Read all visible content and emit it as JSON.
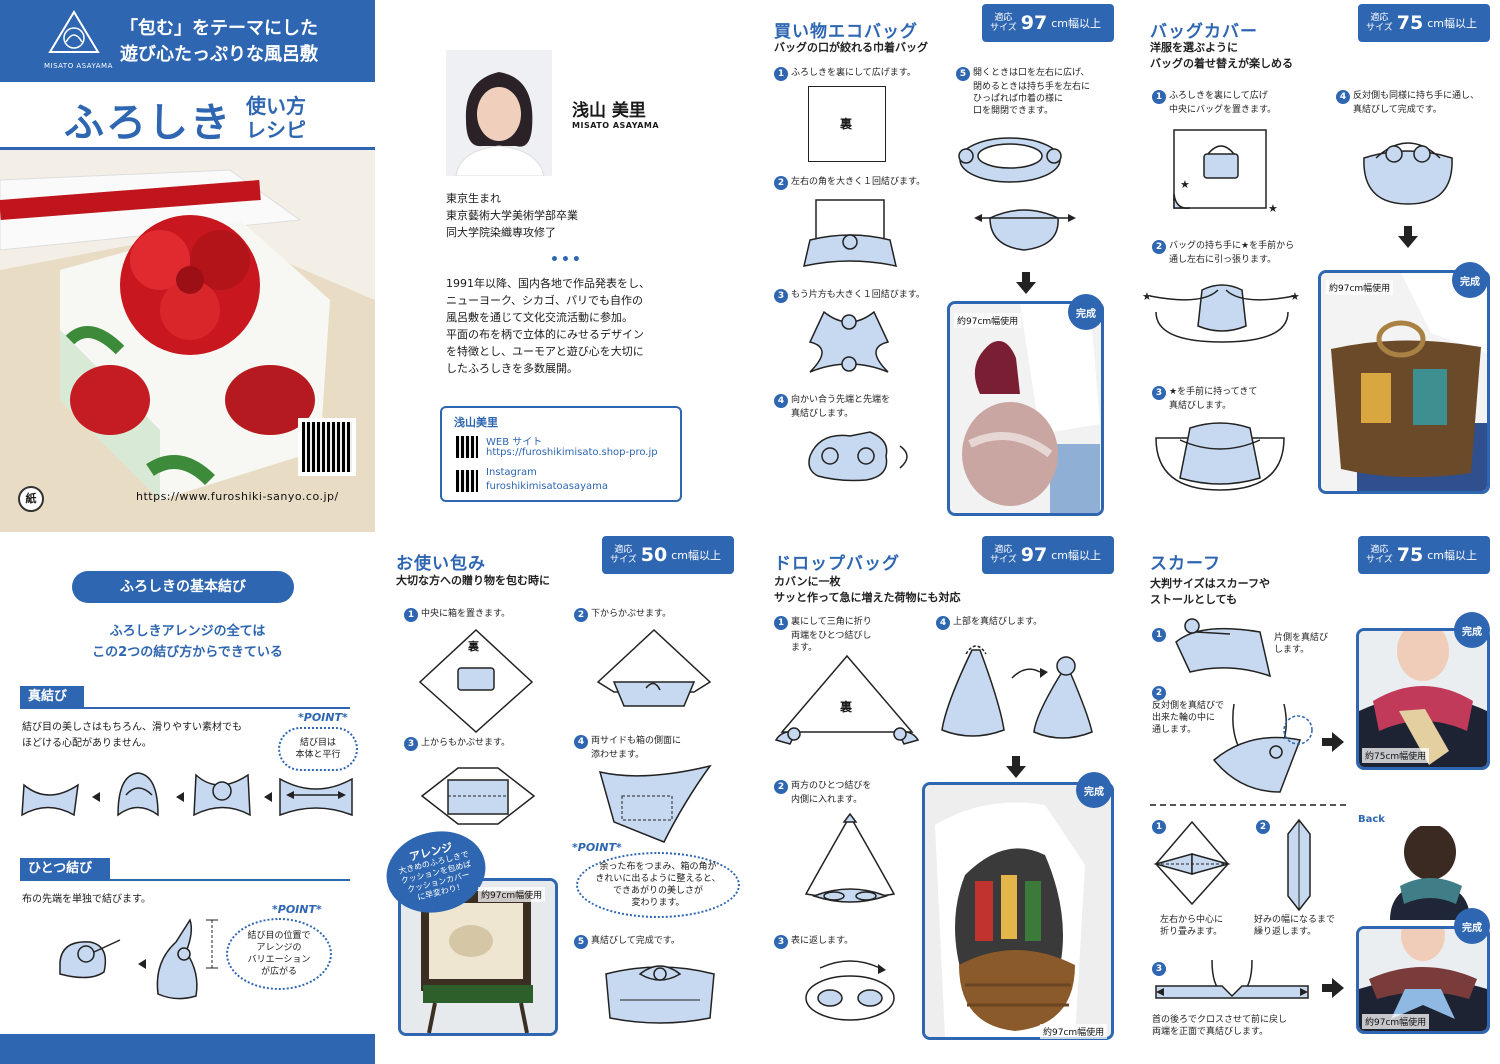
{
  "cover": {
    "logo_text": "MISATO ASAYAMA",
    "header_line1": "「包む」をテーマにした",
    "header_line2": "遊び心たっぷりな風呂敷",
    "title_main": "ふろしき",
    "title_sub1": "使い方",
    "title_sub2": "レシピ",
    "url": "https://www.furoshiki-sanyo.co.jp/",
    "paper_mark": "紙"
  },
  "basics": {
    "pill": "ふろしきの基本結び",
    "lead1": "ふろしきアレンジの全ては",
    "lead2": "この2つの結び方からできている",
    "knot1_label": "真結び",
    "knot1_desc1": "結び目の美しさはもちろん、滑りやすい素材でも",
    "knot1_desc2": "ほどける心配がありません。",
    "point": "*POINT*",
    "knot1_point1": "結び目は",
    "knot1_point2": "本体と平行",
    "knot2_label": "ひとつ結び",
    "knot2_desc": "布の先端を単独で結びます。",
    "knot2_point1": "結び目の位置で",
    "knot2_point2": "アレンジの",
    "knot2_point3": "バリエーション",
    "knot2_point4": "が広がる"
  },
  "profile": {
    "name": "浅山 美里",
    "name_en": "MISATO ASAYAMA",
    "bio1": "東京生まれ",
    "bio2": "東京藝術大学美術学部卒業",
    "bio3": "同大学院染織専攻修了",
    "text": [
      "1991年以降、国内各地で作品発表をし、",
      "ニューヨーク、シカゴ、パリでも自作の",
      "風呂敷を通じて文化交流活動に参加。",
      "平面の布を柄で立体的にみせるデザイン",
      "を特徴とし、ユーモアと遊び心を大切に",
      "したふろしきを多数展開。"
    ],
    "box_title": "浅山美里",
    "web_label": "WEB サイト",
    "web_url": "https://furoshikimisato.shop-pro.jp",
    "ig_label": "Instagram",
    "ig_id": "furoshikimisatoasayama"
  },
  "badge": {
    "t1": "適応",
    "t2": "サイズ",
    "unit": "cm幅以上"
  },
  "eco": {
    "title": "買い物エコバッグ",
    "size": "97",
    "sub": "バッグの口が絞れる巾着バッグ",
    "s1": "ふろしきを裏にして広げます。",
    "ura": "裏",
    "s2": "左右の角を大きく１回結びます。",
    "s3": "もう片方も大きく１回結びます。",
    "s4a": "向かい合う先端と先端を",
    "s4b": "真結びします。",
    "s5a": "開くときは口を左右に広げ、",
    "s5b": "閉めるときは持ち手を左右に",
    "s5c": "ひっぱれば巾着の様に",
    "s5d": "口を開閉できます。",
    "done": "完成",
    "cap": "約97cm幅使用"
  },
  "cover_bag": {
    "title": "バッグカバー",
    "size": "75",
    "sub1": "洋服を選ぶように",
    "sub2": "バッグの着せ替えが楽しめる",
    "s1a": "ふろしきを裏にして広げ",
    "s1b": "中央にバッグを置きます。",
    "s2a": "バッグの持ち手に★を手前から",
    "s2b": "通し左右に引っ張ります。",
    "s3a": "★を手前に持ってきて",
    "s3b": "真結びします。",
    "s4a": "反対側も同様に持ち手に通し、",
    "s4b": "真結びして完成です。",
    "done": "完成",
    "cap": "約97cm幅使用"
  },
  "gift": {
    "title": "お使い包み",
    "size": "50",
    "sub": "大切な方への贈り物を包む時に",
    "s1": "中央に箱を置きます。",
    "ura": "裏",
    "s2": "下からかぶせます。",
    "s3": "上からもかぶせます。",
    "s4a": "両サイドも箱の側面に",
    "s4b": "添わせます。",
    "point": "*POINT*",
    "pt1": "余った布をつまみ、箱の角が",
    "pt2": "きれいに出るように整えると、",
    "pt3": "できあがりの美しさが",
    "pt4": "変わります。",
    "s5": "真結びして完成です。",
    "arr_title": "アレンジ",
    "arr1": "大きめのふろしきで",
    "arr2": "クッションを包めば",
    "arr3": "クッションカバー",
    "arr4": "に早変わり！",
    "cap": "約97cm幅使用"
  },
  "drop": {
    "title": "ドロップバッグ",
    "size": "97",
    "sub1": "カバンに一枚",
    "sub2": "サッと作って急に増えた荷物にも対応",
    "s1a": "裏にして三角に折り",
    "s1b": "両端をひとつ結びし",
    "s1c": "ます。",
    "ura": "裏",
    "s2a": "両方のひとつ結びを",
    "s2b": "内側に入れます。",
    "s3": "表に返します。",
    "s4": "上部を真結びします。",
    "done": "完成",
    "cap": "約97cm幅使用"
  },
  "scarf": {
    "title": "スカーフ",
    "size": "75",
    "sub1": "大判サイズはスカーフや",
    "sub2": "ストールとしても",
    "s1a": "片側を真結び",
    "s1b": "します。",
    "s2a": "反対側を真結びで",
    "s2b": "出来た輪の中に",
    "s2c": "通します。",
    "done": "完成",
    "cap1": "約75cm幅使用",
    "back": "Back",
    "t1a": "左右から中心に",
    "t1b": "折り畳みます。",
    "t2a": "好みの幅になるまで",
    "t2b": "繰り返します。",
    "t3a": "首の後ろでクロスさせて前に戻し",
    "t3b": "両端を正面で真結びします。",
    "cap2": "約97cm幅使用"
  },
  "colors": {
    "brand": "#2e66b1",
    "light": "#c6d9f0"
  }
}
